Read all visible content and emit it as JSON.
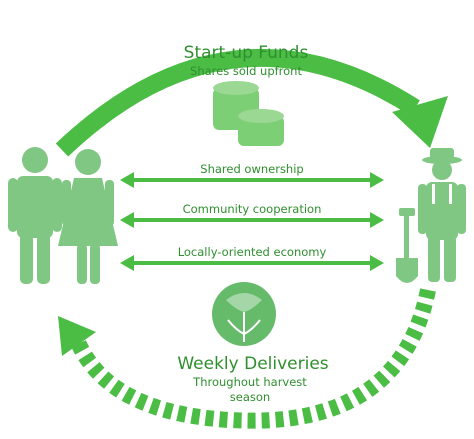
{
  "colors": {
    "arrow": "#4bbd45",
    "figure": "#81c784",
    "coin": "#7ccf74",
    "cabbage": "#66bb6a",
    "text_dark": "#2f8f2f"
  },
  "top_label": {
    "title": "Start-up Funds",
    "subtitle": "Shares sold upfront"
  },
  "bottom_label": {
    "title": "Weekly Deliveries",
    "line1": "Throughout harvest",
    "line2": "season"
  },
  "relations": [
    "Shared ownership",
    "Community cooperation",
    "Locally-oriented economy"
  ],
  "icons": {
    "top_arrow": "curved-arrow-icon",
    "bottom_arrow": "dashed-curved-arrow-icon",
    "coins": "coin-stack-icon",
    "cabbage": "cabbage-icon",
    "man": "man-icon",
    "woman": "woman-icon",
    "farmer": "farmer-icon",
    "shovel": "shovel-icon"
  }
}
